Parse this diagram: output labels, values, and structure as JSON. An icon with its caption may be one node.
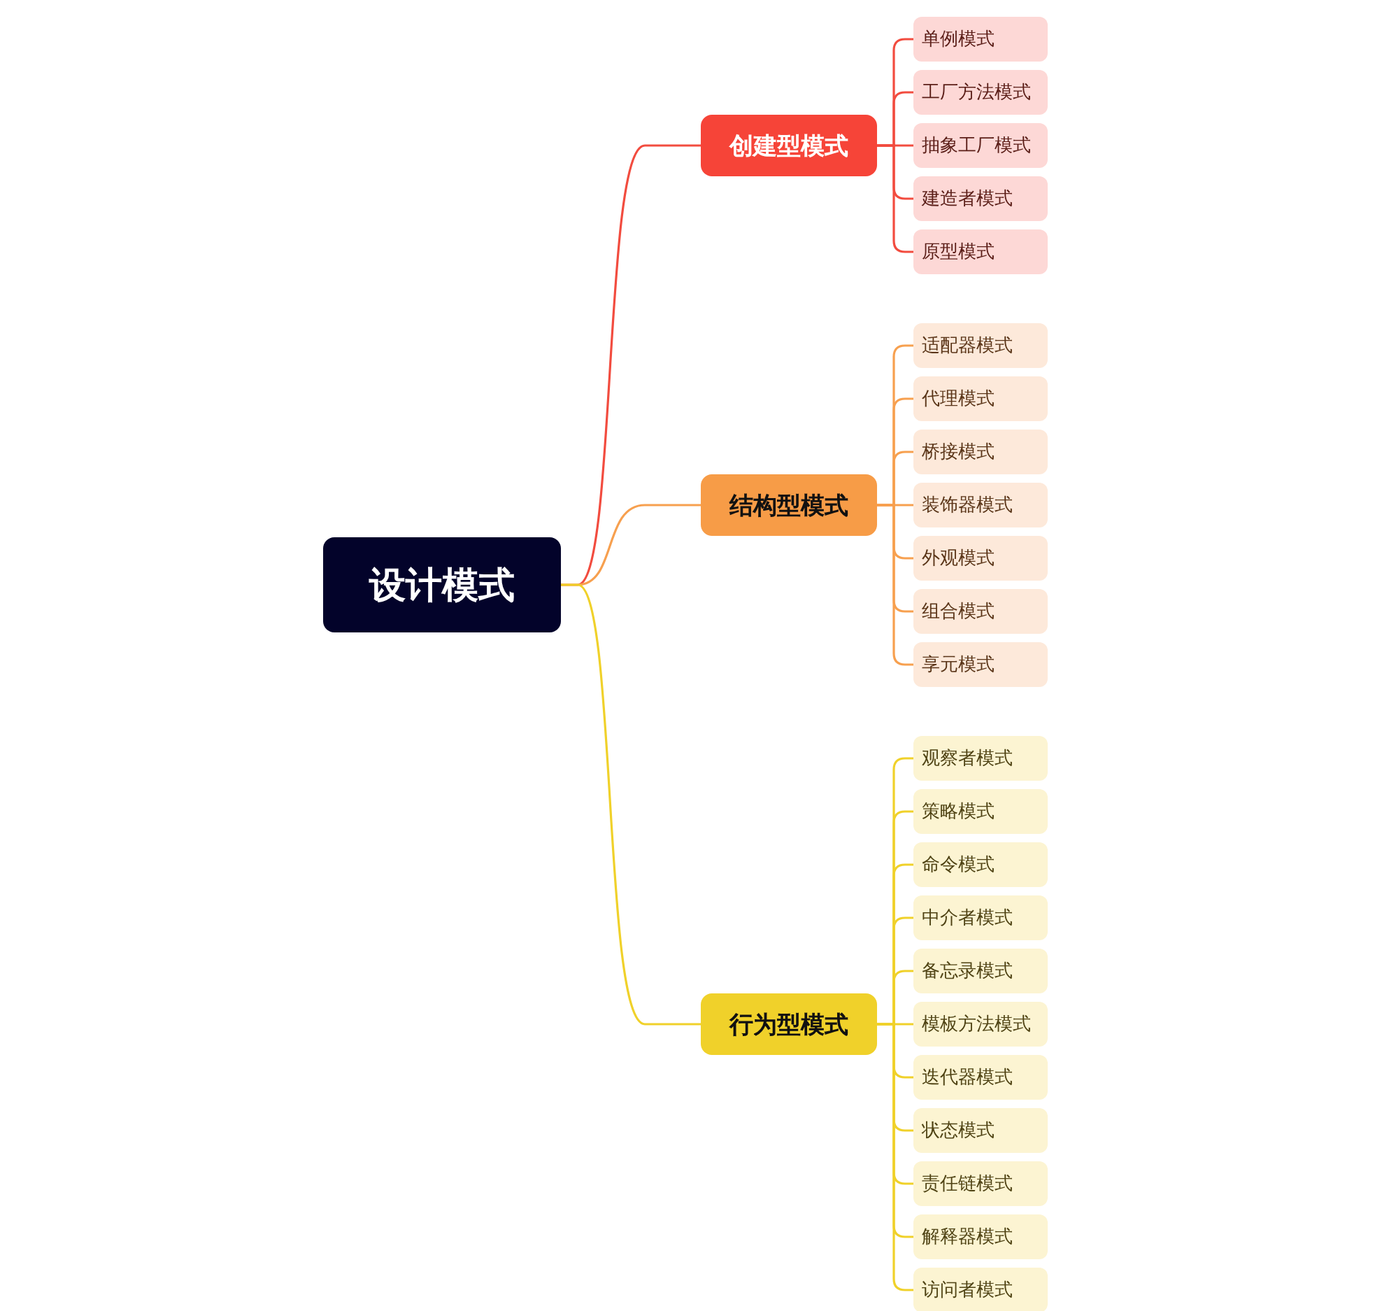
{
  "diagram": {
    "nodes": [
      {
        "text": [
          "设计模式"
        ]
      },
      {
        "text": [
          "创建型模式"
        ]
      },
      {
        "text": [
          "单例模式"
        ]
      },
      {
        "text": [
          "工厂方法模式"
        ]
      },
      {
        "text": [
          "抽象工厂模式"
        ]
      },
      {
        "text": [
          "建造者模式"
        ]
      },
      {
        "text": [
          "原型模式"
        ]
      },
      {
        "text": [
          "结构型模式"
        ]
      },
      {
        "text": [
          "适配器模式"
        ]
      },
      {
        "text": [
          "代理模式"
        ]
      },
      {
        "text": [
          "桥接模式"
        ]
      },
      {
        "text": [
          "装饰器模式"
        ]
      },
      {
        "text": [
          "外观模式"
        ]
      },
      {
        "text": [
          "组合模式"
        ]
      },
      {
        "text": [
          "享元模式"
        ]
      },
      {
        "text": [
          "行为型模式"
        ]
      },
      {
        "text": [
          "观察者模式"
        ]
      },
      {
        "text": [
          "策略模式"
        ]
      },
      {
        "text": [
          "命令模式"
        ]
      },
      {
        "text": [
          "中介者模式"
        ]
      },
      {
        "text": [
          "备忘录模式"
        ]
      },
      {
        "text": [
          "模板方法模式"
        ]
      },
      {
        "text": [
          "迭代器模式"
        ]
      },
      {
        "text": [
          "状态模式"
        ]
      },
      {
        "text": [
          "责任链模式"
        ]
      },
      {
        "text": [
          "解释器模式"
        ]
      },
      {
        "text": [
          "访问者模式"
        ]
      }
    ],
    "edges": [
      {
        "from": 0,
        "to": 1,
        "arrow": "none",
        "color": "#f24c3f"
      },
      {
        "from": 1,
        "to": 2,
        "arrow": "none",
        "color": "#f24c3f"
      },
      {
        "from": 1,
        "to": 3,
        "arrow": "none",
        "color": "#f24c3f"
      },
      {
        "from": 1,
        "to": 4,
        "arrow": "none",
        "color": "#f24c3f"
      },
      {
        "from": 1,
        "to": 5,
        "arrow": "none",
        "color": "#f24c3f"
      },
      {
        "from": 1,
        "to": 6,
        "arrow": "none",
        "color": "#f24c3f"
      },
      {
        "from": 0,
        "to": 7,
        "arrow": "none",
        "color": "#f7a04f"
      },
      {
        "from": 7,
        "to": 8,
        "arrow": "none",
        "color": "#f7a04f"
      },
      {
        "from": 7,
        "to": 9,
        "arrow": "none",
        "color": "#f7a04f"
      },
      {
        "from": 7,
        "to": 10,
        "arrow": "none",
        "color": "#f7a04f"
      },
      {
        "from": 7,
        "to": 11,
        "arrow": "none",
        "color": "#f7a04f"
      },
      {
        "from": 7,
        "to": 12,
        "arrow": "none",
        "color": "#f7a04f"
      },
      {
        "from": 7,
        "to": 13,
        "arrow": "none",
        "color": "#f7a04f"
      },
      {
        "from": 7,
        "to": 14,
        "arrow": "none",
        "color": "#f7a04f"
      },
      {
        "from": 0,
        "to": 15,
        "arrow": "none"
      },
      {
        "from": 15,
        "to": 16,
        "arrow": "none"
      },
      {
        "from": 15,
        "to": 17,
        "arrow": "none"
      },
      {
        "from": 15,
        "to": 18,
        "arrow": "none"
      },
      {
        "from": 15,
        "to": 19,
        "arrow": "none"
      },
      {
        "from": 15,
        "to": 20,
        "arrow": "none"
      },
      {
        "from": 15,
        "to": 21,
        "arrow": "none"
      },
      {
        "from": 15,
        "to": 22,
        "arrow": "none"
      },
      {
        "from": 15,
        "to": 23,
        "arrow": "none"
      },
      {
        "from": 15,
        "to": 24,
        "arrow": "none"
      },
      {
        "from": 15,
        "to": 25,
        "arrow": "none"
      },
      {
        "from": 15,
        "to": 26,
        "arrow": "none"
      }
    ]
  }
}
